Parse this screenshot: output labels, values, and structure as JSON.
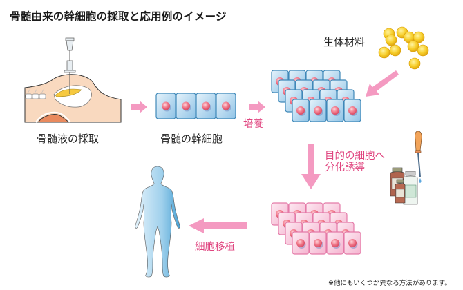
{
  "title": "骨髄由来の幹細胞の採取と応用例のイメージ",
  "steps": {
    "harvest": {
      "label": "骨髄液の採取"
    },
    "stem_cells": {
      "label": "骨髄の幹細胞"
    },
    "culture": {
      "label": "培養"
    },
    "biomaterial": {
      "label": "生体材料"
    },
    "differentiation": {
      "line1": "目的の細胞へ",
      "line2": "分化誘導"
    },
    "transplant": {
      "label": "細胞移植"
    }
  },
  "footnote": "※他にもいくつか異なる方法があります。",
  "colors": {
    "arrow_pink": "#f49ac1",
    "label_pink": "#e0447f",
    "stem_cell_blue": "#a9d3ee",
    "diff_cell_pink": "#f9c9dd",
    "biomaterial_yellow": "#f5c518",
    "human_blue": "#7fc1e4",
    "skin": "#f9d9bf"
  }
}
